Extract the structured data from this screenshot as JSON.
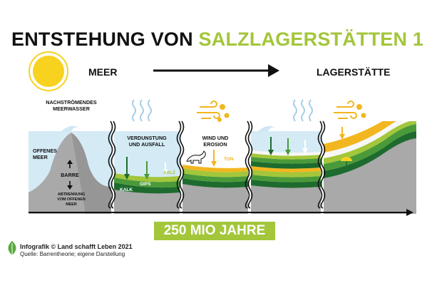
{
  "title": {
    "part1": "ENTSTEHUNG VON ",
    "part2": "SALZLAGERSTÄTTEN 1"
  },
  "axis": {
    "start": "MEER",
    "end": "LAGERSTÄTTE"
  },
  "labels": {
    "inflow": [
      "NACHSTRÖMENDES",
      "MEERWASSER"
    ],
    "open_sea": [
      "OFFENES",
      "MEER"
    ],
    "barrier": "BARRE",
    "separation": [
      "ABTRENNUNG",
      "VOM OFFENEN",
      "MEER"
    ],
    "evaporation": [
      "VERDUNSTUNG",
      "UND AUSFALL"
    ],
    "wind": [
      "WIND UND",
      "EROSION"
    ],
    "salt": "SALZ",
    "gypsum": "GIPS",
    "lime": "KALK",
    "clay": "TON"
  },
  "timeline": "250 MIO JAHRE",
  "credit": {
    "line1": "Infografik © Land schafft Leben 2021",
    "line2": "Quelle: Barrentheorie; eigene Darstellung"
  },
  "colors": {
    "accent_green": "#a3c63a",
    "dark_green": "#1e6b2e",
    "sky": "#d4eaf5",
    "sand": "#f2b61f",
    "gray": "#a9a9a9",
    "sun": "#f7d21f"
  },
  "icons": [
    "sun-icon",
    "arrow-right-icon",
    "evaporation-icon",
    "wind-icon",
    "wave-icon",
    "dinosaur-icon",
    "plant-icon",
    "leaf-logo-icon"
  ]
}
